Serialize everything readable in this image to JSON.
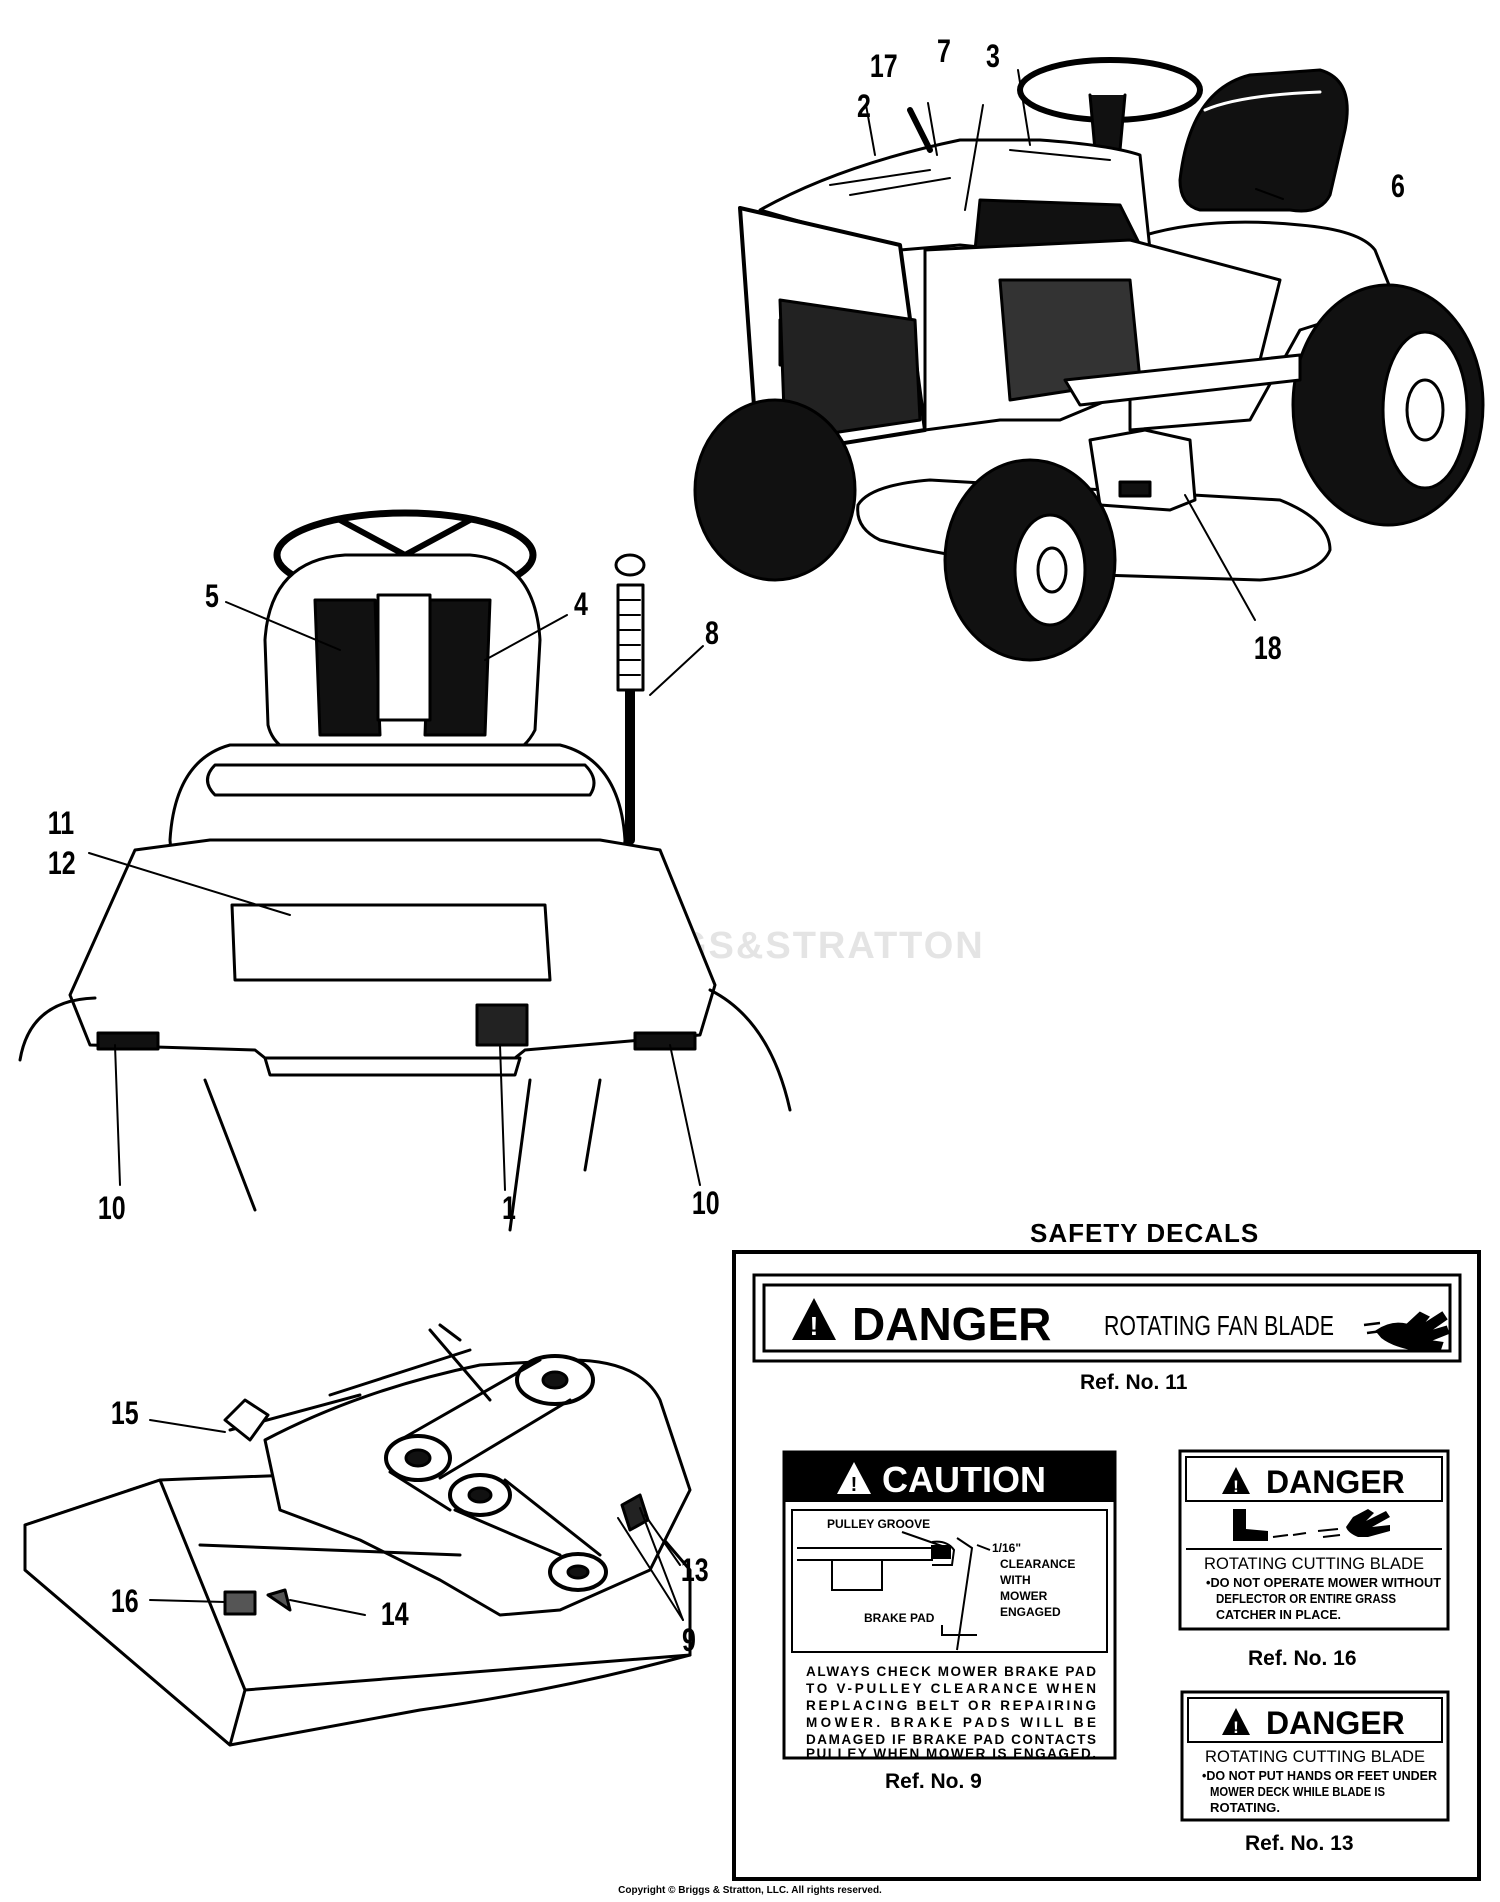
{
  "callouts": {
    "c1": "1",
    "c2": "2",
    "c3": "3",
    "c4": "4",
    "c5": "5",
    "c6": "6",
    "c7": "7",
    "c8": "8",
    "c9": "9",
    "c10a": "10",
    "c10b": "10",
    "c11": "11",
    "c12": "12",
    "c13": "13",
    "c14": "14",
    "c15": "15",
    "c16": "16",
    "c17": "17",
    "c18": "18"
  },
  "watermark": "BRIGGS&STRATTON",
  "safety_decals": {
    "title": "SAFETY DECALS",
    "decal_11": {
      "word": "DANGER",
      "hazard": "ROTATING FAN BLADE",
      "ref": "Ref. No. 11"
    },
    "decal_9": {
      "word": "CAUTION",
      "label_groove": "PULLEY GROOVE",
      "label_clearance_1": "1/16\"",
      "label_clearance_2": "CLEARANCE",
      "label_clearance_3": "WITH",
      "label_clearance_4": "MOWER",
      "label_clearance_5": "ENGAGED",
      "label_pad": "BRAKE PAD",
      "text_1": "ALWAYS CHECK MOWER BRAKE PAD",
      "text_2": "TO V-PULLEY CLEARANCE WHEN",
      "text_3": "REPLACING BELT OR REPAIRING",
      "text_4": "MOWER. BRAKE PADS WILL BE",
      "text_5": "DAMAGED IF BRAKE PAD CONTACTS",
      "text_6": "PULLEY WHEN MOWER IS ENGAGED.",
      "ref": "Ref. No. 9"
    },
    "decal_16": {
      "word": "DANGER",
      "hazard": "ROTATING CUTTING BLADE",
      "text_1": "•DO NOT OPERATE MOWER WITHOUT",
      "text_2": "DEFLECTOR OR ENTIRE GRASS",
      "text_3": "CATCHER IN PLACE.",
      "ref": "Ref. No. 16"
    },
    "decal_13": {
      "word": "DANGER",
      "hazard": "ROTATING CUTTING BLADE",
      "text_1": "•DO NOT PUT HANDS OR FEET UNDER",
      "text_2": "MOWER DECK WHILE BLADE IS",
      "text_3": "ROTATING.",
      "ref": "Ref. No. 13"
    }
  },
  "copyright": "Copyright © Briggs & Stratton, LLC. All rights reserved."
}
